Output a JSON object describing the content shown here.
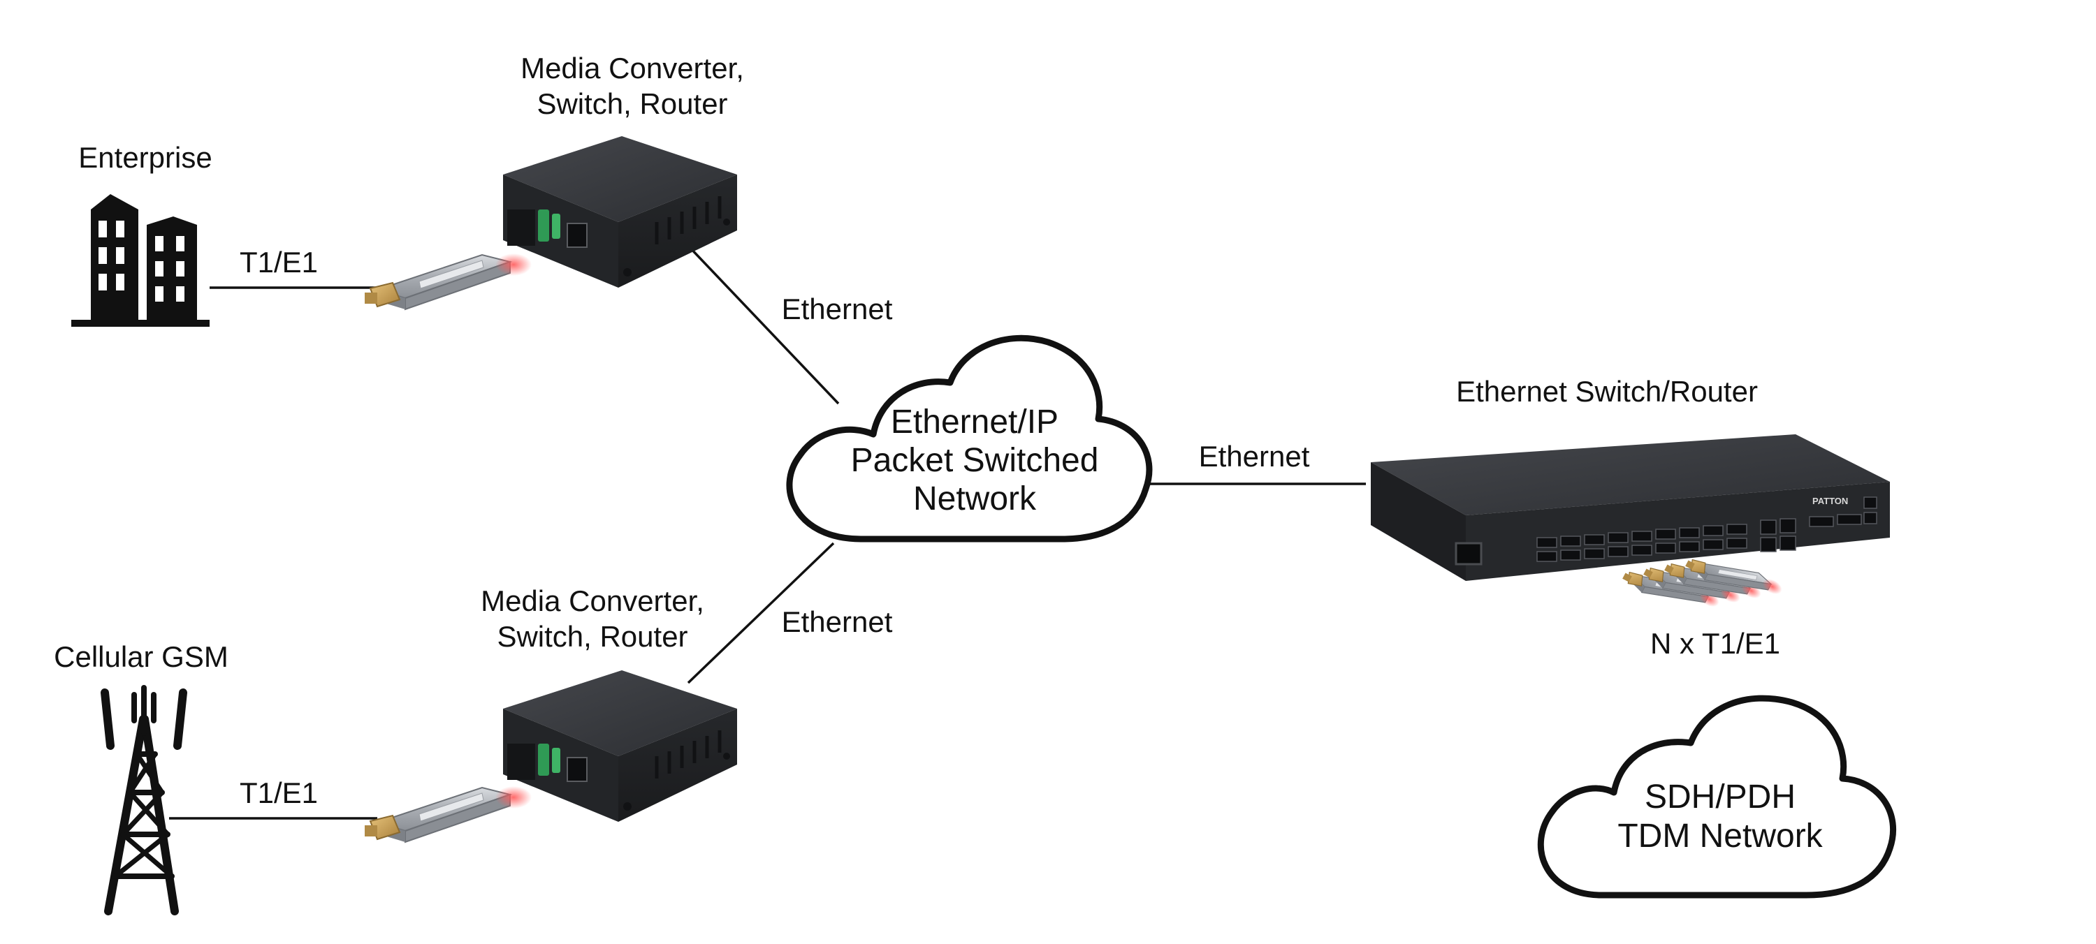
{
  "labels": {
    "enterprise": "Enterprise",
    "cellular": "Cellular GSM",
    "t1e1_top": "T1/E1",
    "t1e1_bottom": "T1/E1",
    "media_top_l1": "Media Converter,",
    "media_top_l2": "Switch, Router",
    "media_bottom_l1": "Media Converter,",
    "media_bottom_l2": "Switch, Router",
    "eth_top": "Ethernet",
    "eth_bottom": "Ethernet",
    "eth_right": "Ethernet",
    "switch_router": "Ethernet Switch/Router",
    "n_t1e1": "N x T1/E1"
  },
  "clouds": {
    "packet_l1": "Ethernet/IP",
    "packet_l2": "Packet Switched",
    "packet_l3": "Network",
    "tdm_l1": "SDH/PDH",
    "tdm_l2": "TDM Network"
  },
  "device_brand": "PATTON",
  "colors": {
    "device_body": "#2d2f33",
    "device_top": "#3a3c40",
    "sfp_gold": "#c8a25a",
    "sfp_silver": "#b8bcc2",
    "laser_red": "#e0303a",
    "port_green": "#2f9a55"
  }
}
